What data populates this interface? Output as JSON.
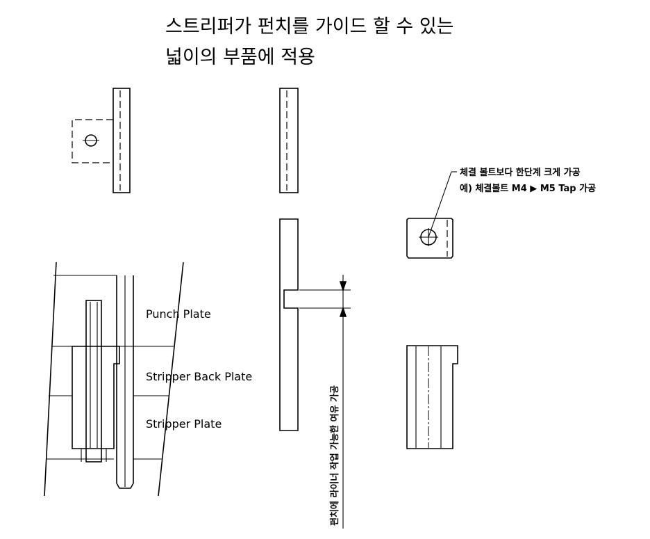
{
  "title": {
    "line1": "스트리퍼가 펀치를 가이드 할 수 있는",
    "line2": "넓이의 부품에 적용"
  },
  "plates": {
    "punch_plate": "Punch Plate",
    "stripper_back_plate": "Stripper Back Plate",
    "stripper_plate": "Stripper Plate"
  },
  "annotations": {
    "bolt_note_line1": "체결 볼트보다 한단계 크게 가공",
    "bolt_note_line2": "예) 체결볼트 M4 ▶ M5 Tap 가공",
    "liner_note": "펀치에 라이너 작업 가능한 여유 가공"
  }
}
